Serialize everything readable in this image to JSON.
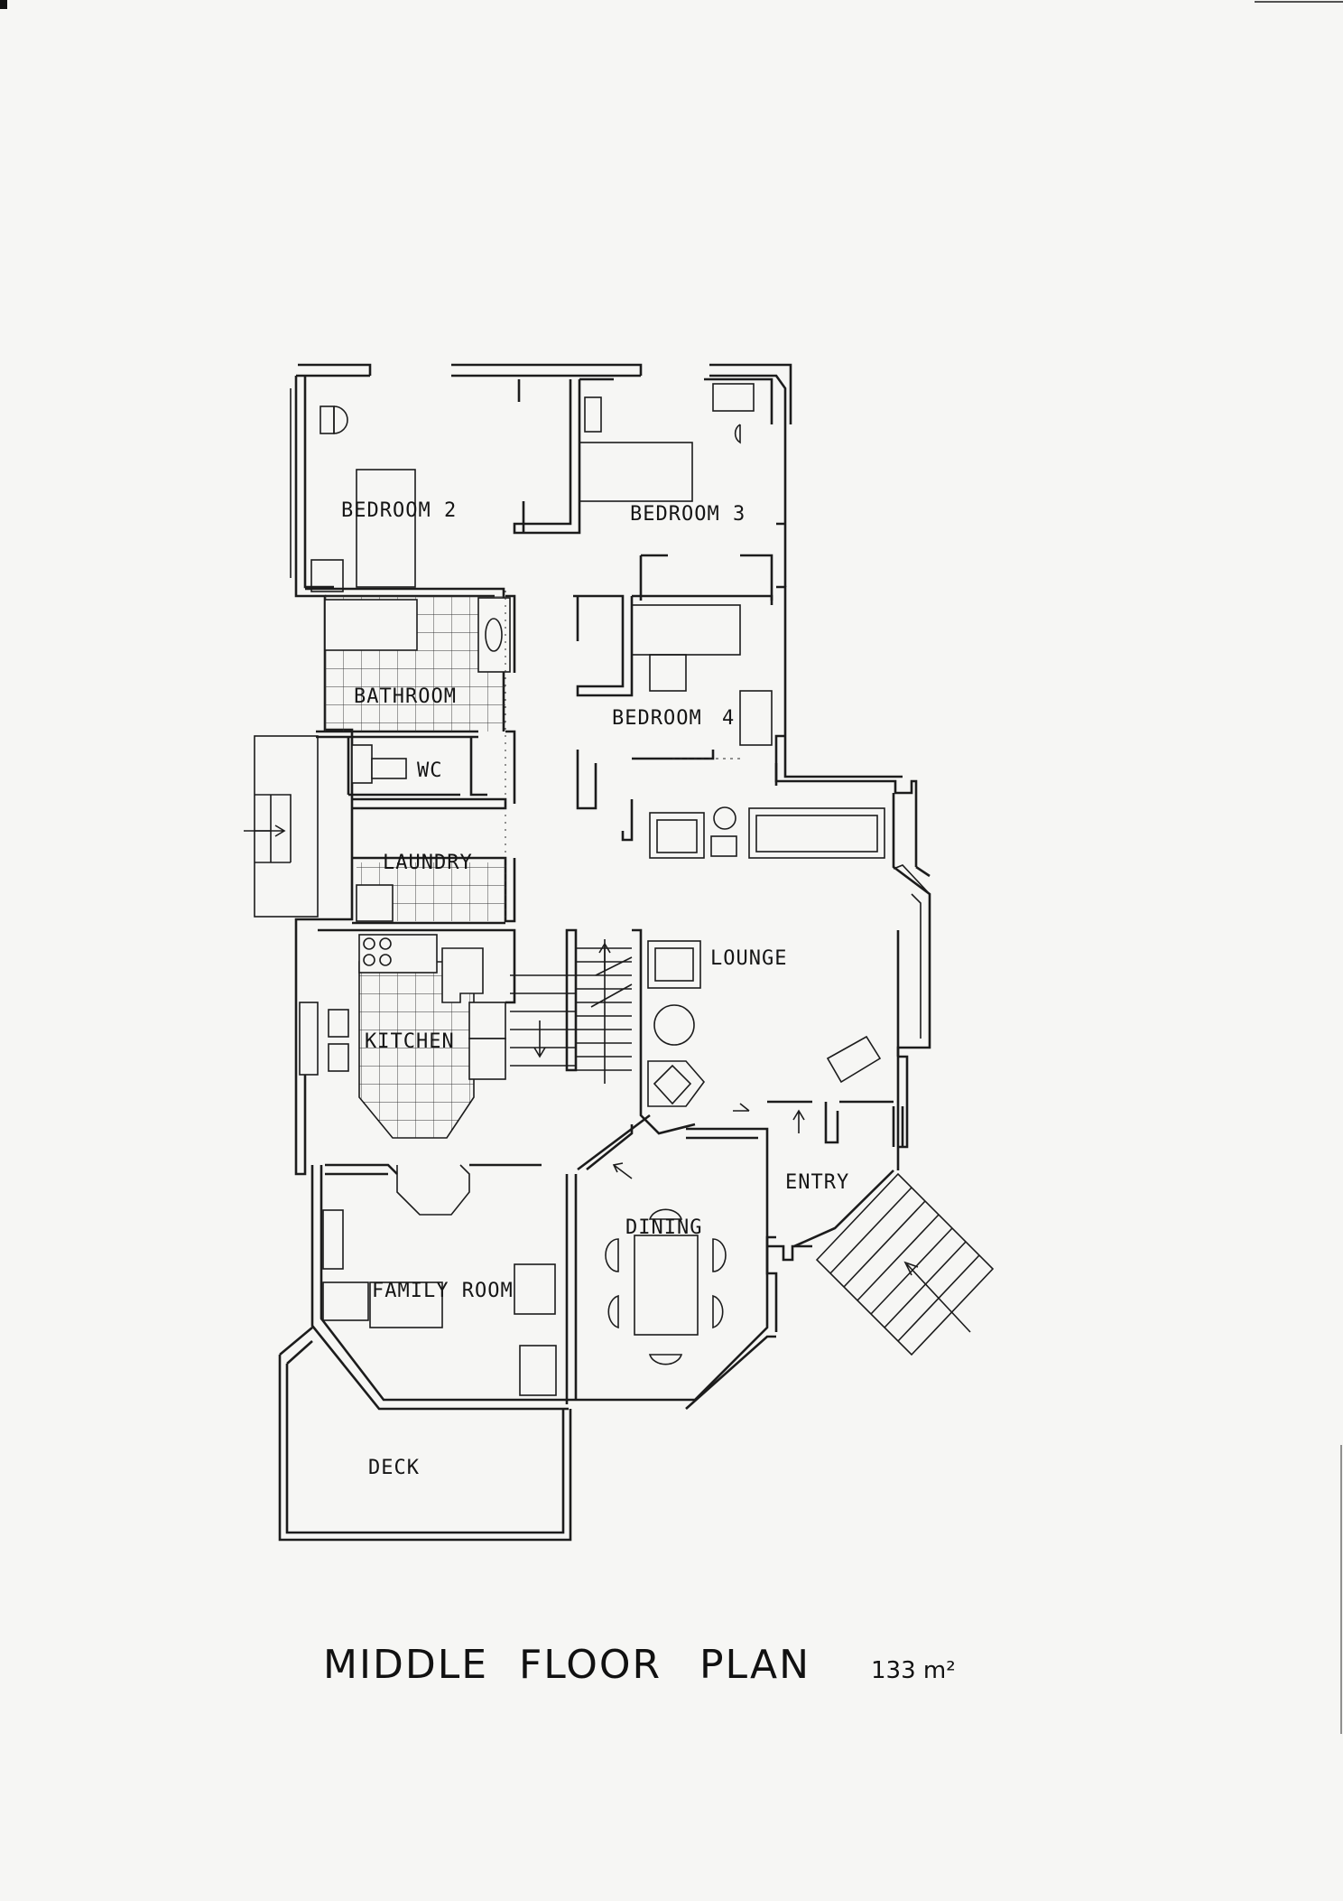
{
  "plan": {
    "rooms": {
      "bedroom2": "BEDROOM  2",
      "bedroom3": "BEDROOM  3",
      "bedroom4": "BEDROOM",
      "bedroom4_num": "4",
      "bathroom": "BATHROOM",
      "wc": "WC",
      "laundry": "LAUNDRY",
      "kitchen": "KITCHEN",
      "lounge": "LOUNGE",
      "entry": "ENTRY",
      "dining": "DINING",
      "family_room": "FAMILY  ROOM",
      "deck": "DECK"
    }
  },
  "title": {
    "w1": "MIDDLE",
    "w2": "FLOOR",
    "w3": "PLAN",
    "area": "133 m²"
  }
}
